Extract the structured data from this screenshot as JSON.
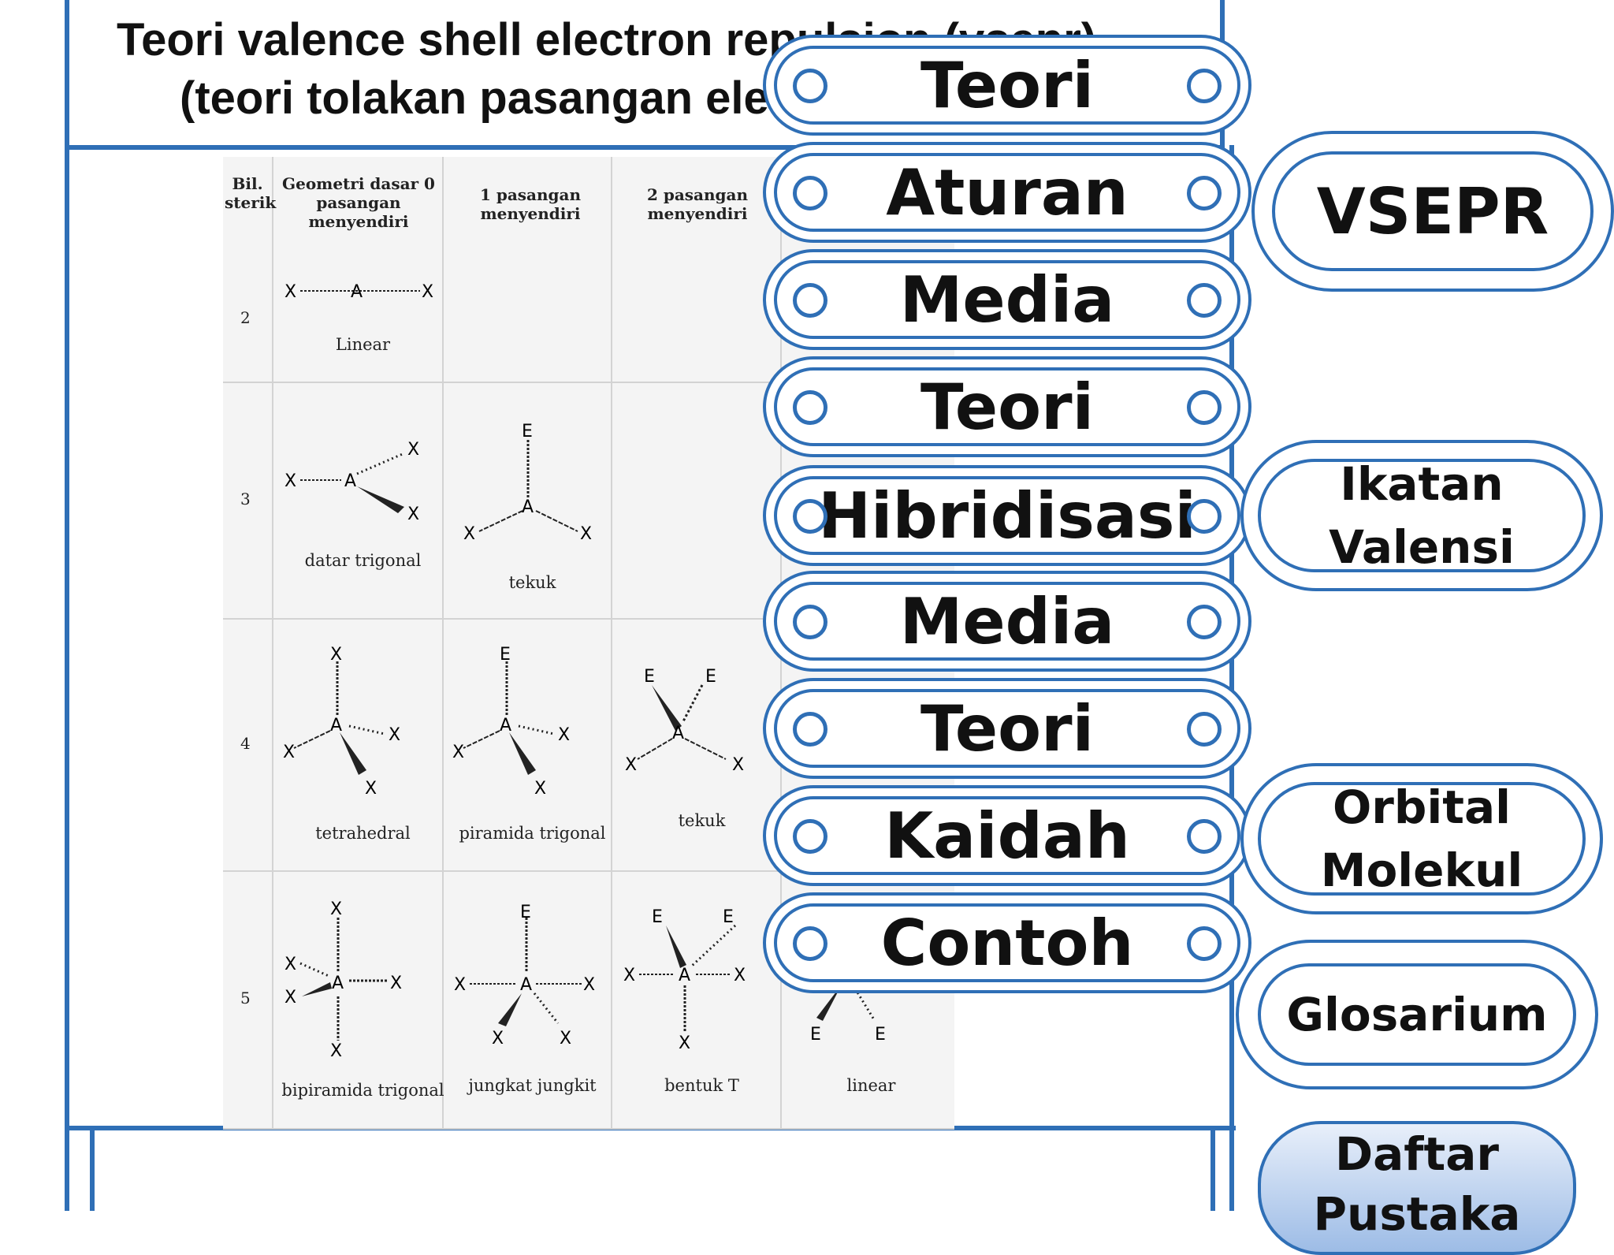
{
  "title": {
    "line1": "Teori valence shell electron repulsion (vsepr)",
    "line2": "(teori tolakan pasangan elektron)"
  },
  "table": {
    "headers": {
      "count": "Bil. sterik",
      "col0": "Geometri dasar 0 pasangan menyendiri",
      "col1": "1 pasangan menyendiri",
      "col2": "2 pasangan menyendiri"
    },
    "rows": [
      {
        "num": "2",
        "captions": [
          "Linear",
          "",
          "",
          ""
        ]
      },
      {
        "num": "3",
        "captions": [
          "datar trigonal",
          "tekuk",
          "",
          ""
        ]
      },
      {
        "num": "4",
        "captions": [
          "tetrahedral",
          "piramida trigonal",
          "tekuk",
          ""
        ]
      },
      {
        "num": "5",
        "captions": [
          "bipiramida trigonal",
          "jungkat jungkit",
          "bentuk T",
          "linear"
        ]
      }
    ],
    "atom_labels": {
      "center": "A",
      "ligand": "X",
      "lone_pair": "E"
    }
  },
  "nav": [
    {
      "label": "Teori"
    },
    {
      "label": "Aturan"
    },
    {
      "label": "Media"
    },
    {
      "label": "Teori"
    },
    {
      "label": "Hibridisasi"
    },
    {
      "label": "Media"
    },
    {
      "label": "Teori"
    },
    {
      "label": "Kaidah"
    },
    {
      "label": "Contoh"
    }
  ],
  "side": {
    "vsepr": "VSEPR",
    "ikatan_line1": "Ikatan",
    "ikatan_line2": "Valensi",
    "orbital_line1": "Orbital",
    "orbital_line2": "Molekul",
    "glosarium": "Glosarium",
    "pustaka_line1": "Daftar",
    "pustaka_line2": "Pustaka"
  },
  "colors": {
    "accent": "#2f6fb6",
    "text": "#111111"
  }
}
